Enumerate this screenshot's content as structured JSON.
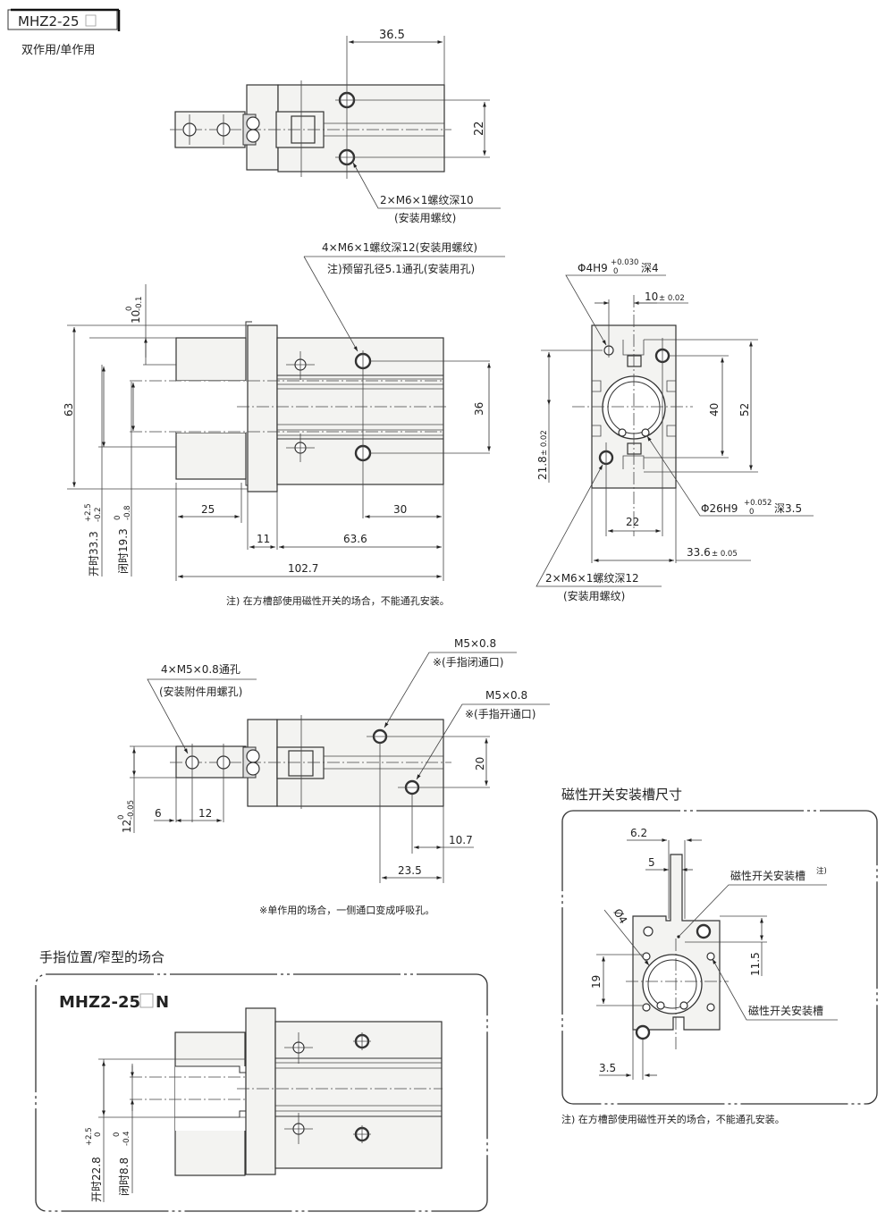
{
  "header": {
    "model": "MHZ2-25",
    "model_box_symbol": "□",
    "subtitle": "双作用/单作用"
  },
  "top_view": {
    "dim_width": "36.5",
    "dim_height": "22",
    "callout_line1": "2×M6×1螺纹深10",
    "callout_line2": "(安装用螺纹)"
  },
  "side_view": {
    "callout_line1": "4×M6×1螺纹深12(安装用螺纹)",
    "callout_line2": "注)预留孔径5.1通孔(安装用孔)",
    "dim_10": "10",
    "dim_10_tol_upper": "0",
    "dim_10_tol_lower": "-0.1",
    "dim_63": "63",
    "dim_36": "36",
    "dim_25": "25",
    "dim_30": "30",
    "dim_11": "11",
    "dim_63_6": "63.6",
    "dim_102_7": "102.7",
    "dim_open": "开时33.3",
    "dim_open_tol_upper": "+2.5",
    "dim_open_tol_lower": "-0.2",
    "dim_closed": "闭时19.3",
    "dim_closed_tol_upper": "0",
    "dim_closed_tol_lower": "-0.8",
    "note": "注) 在方槽部使用磁性开关的场合，不能通孔安装。"
  },
  "end_view": {
    "phi4_label": "Φ4H9",
    "phi4_tol_upper": "+0.030",
    "phi4_tol_lower": "0",
    "phi4_depth": "深4",
    "dim_10": "10",
    "dim_10_tol": "± 0.02",
    "dim_21_8": "21.8",
    "dim_21_8_tol": "± 0.02",
    "dim_40": "40",
    "dim_52": "52",
    "phi26_label": "Φ26H9",
    "phi26_tol_upper": "+0.052",
    "phi26_tol_lower": "0",
    "phi26_depth": "深3.5",
    "dim_22": "22",
    "dim_33_6": "33.6",
    "dim_33_6_tol": "± 0.05",
    "callout_line1": "2×M6×1螺纹深12",
    "callout_line2": "(安装用螺纹)"
  },
  "bottom_view": {
    "attach_line1": "4×M5×0.8通孔",
    "attach_line2": "(安装附件用螺孔)",
    "port_close_line1": "M5×0.8",
    "port_close_line2": "※(手指闭通口)",
    "port_open_line1": "M5×0.8",
    "port_open_line2": "※(手指开通口)",
    "dim_20": "20",
    "dim_12": "12",
    "dim_12_tol_upper": "0",
    "dim_12_tol_lower": "-0.05",
    "dim_6": "6",
    "dim_12b": "12",
    "dim_10_7": "10.7",
    "dim_23_5": "23.5",
    "note": "※单作用的场合，一侧通口变成呼吸孔。"
  },
  "switch_slot": {
    "title": "磁性开关安装槽尺寸",
    "dim_6_2": "6.2",
    "dim_5": "5",
    "slot_label_note": "磁性开关安装槽",
    "slot_label_sup": "注)",
    "phi4": "Ø4",
    "dim_11_5": "11.5",
    "dim_19": "19",
    "slot_label": "磁性开关安装槽",
    "dim_3_5": "3.5",
    "note": "注) 在方槽部使用磁性开关的场合，不能通孔安装。"
  },
  "narrow_variant": {
    "title": "手指位置/窄型的场合",
    "model": "MHZ2-25",
    "model_box_symbol": "□",
    "model_suffix": "N",
    "dim_open": "开时22.8",
    "dim_open_tol_upper": "+2.5",
    "dim_open_tol_lower": "0",
    "dim_closed": "闭时8.8",
    "dim_closed_tol_upper": "0",
    "dim_closed_tol_lower": "-0.4"
  }
}
